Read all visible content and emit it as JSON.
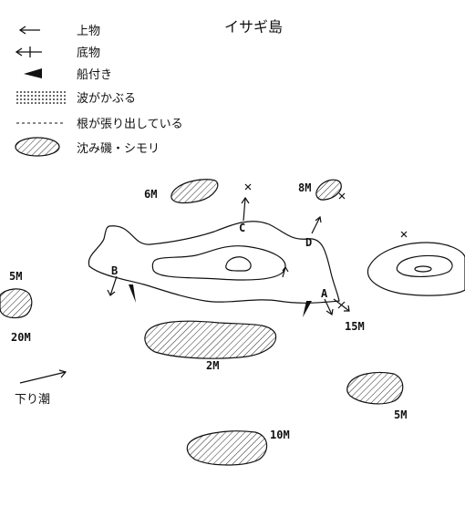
{
  "title": "イサギ島",
  "legend": [
    {
      "icon": "left-arrow-icon",
      "label": "上物"
    },
    {
      "icon": "crossed-arrow-icon",
      "label": "底物"
    },
    {
      "icon": "wedge-icon",
      "label": "船付き"
    },
    {
      "icon": "dotted-lines-icon",
      "label": "波がかぶる"
    },
    {
      "icon": "dashed-line-icon",
      "label": "根が張り出している"
    },
    {
      "icon": "hatched-oval-icon",
      "label": "沈み磯・シモリ"
    }
  ],
  "depths": {
    "d6m": "6M",
    "d8m": "8M",
    "d5m_left": "5M",
    "d20m": "20M",
    "d15m": "15M",
    "d2m": "2M",
    "d10m": "10M",
    "d5m_right": "5M"
  },
  "points": {
    "a": "A",
    "b": "B",
    "c": "C",
    "d": "D"
  },
  "current_label": "下り潮"
}
